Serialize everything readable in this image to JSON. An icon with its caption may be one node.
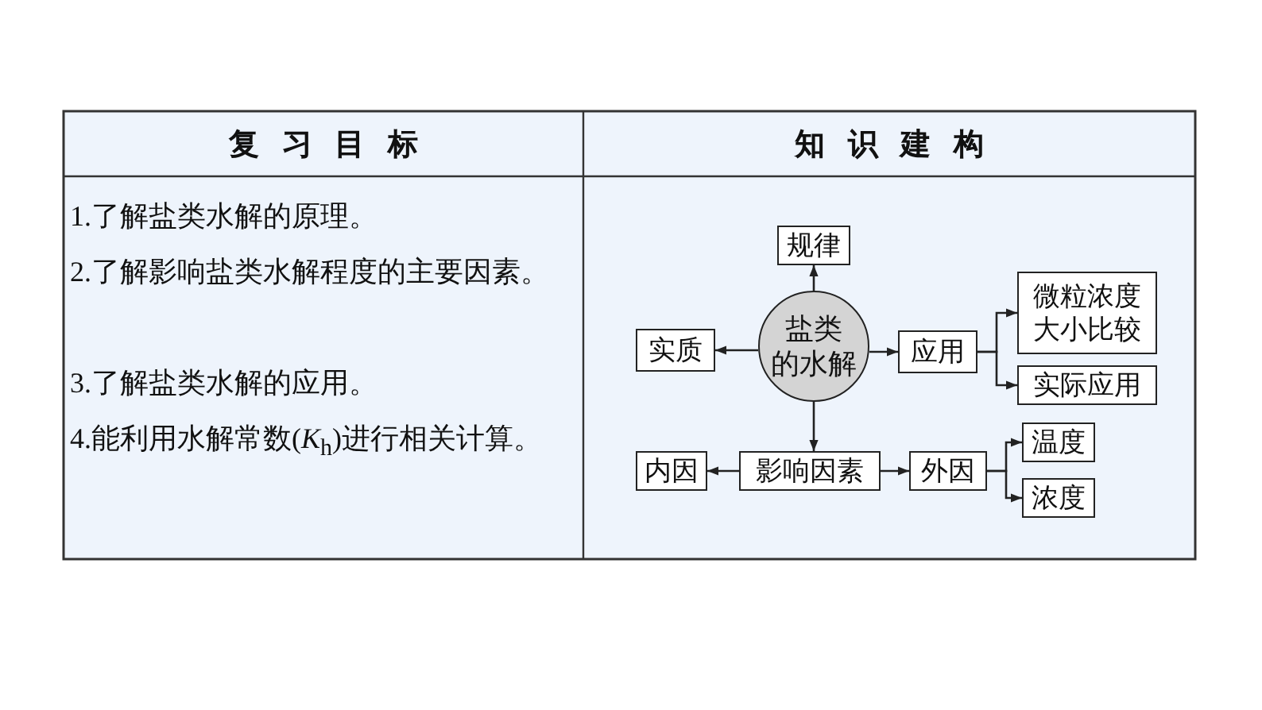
{
  "diagram": {
    "nodes": [
      {
        "text": [
          "盐类的水解"
        ]
      },
      {
        "text": [
          "规律"
        ]
      },
      {
        "text": [
          "实质"
        ]
      },
      {
        "text": [
          "应用"
        ]
      },
      {
        "text": [
          "微粒浓度大小比较"
        ]
      },
      {
        "text": [
          "实际应用"
        ]
      },
      {
        "text": [
          "影响因素"
        ]
      },
      {
        "text": [
          "内因"
        ]
      },
      {
        "text": [
          "外因"
        ]
      },
      {
        "text": [
          "温度"
        ]
      },
      {
        "text": [
          "浓度"
        ]
      }
    ],
    "edges": [
      {
        "from": 0,
        "to": 1,
        "arrow": "to"
      },
      {
        "from": 0,
        "to": 2,
        "arrow": "to"
      },
      {
        "from": 0,
        "to": 3,
        "arrow": "to"
      },
      {
        "from": 0,
        "to": 6,
        "arrow": "to"
      },
      {
        "from": 3,
        "to": 4,
        "arrow": "to"
      },
      {
        "from": 3,
        "to": 5,
        "arrow": "to"
      },
      {
        "from": 6,
        "to": 7,
        "arrow": "to"
      },
      {
        "from": 6,
        "to": 8,
        "arrow": "to"
      },
      {
        "from": 8,
        "to": 9,
        "arrow": "to"
      },
      {
        "from": 8,
        "to": 10,
        "arrow": "to"
      }
    ],
    "labels": [
      "复习目标",
      "知识建构",
      "1.了解盐类水解的原理。",
      "2.了解影响盐类水解程度的主要因素。",
      "3.了解盐类水解的应用。",
      "4.能利用水解常数(*K*$_{h}$)进行相关计算。"
    ]
  }
}
